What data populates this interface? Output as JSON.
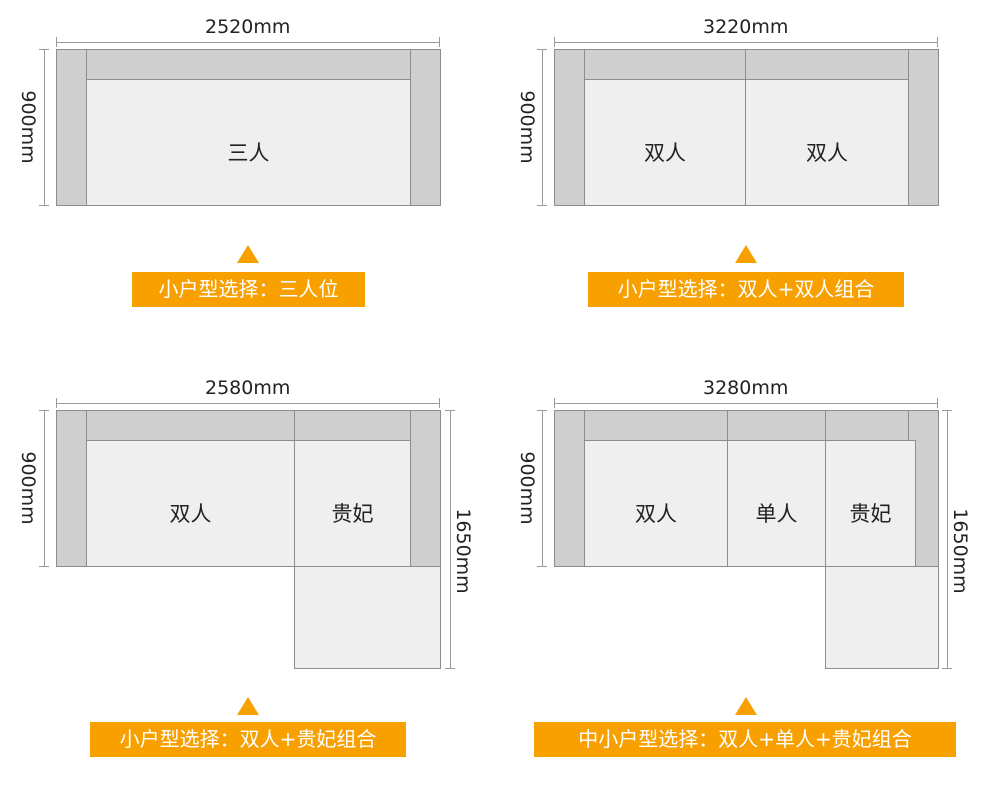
{
  "diagrams": [
    {
      "width_label": "2520mm",
      "depth_label": "900mm",
      "seats": [
        "三人"
      ],
      "caption": "小户型选择：三人位"
    },
    {
      "width_label": "3220mm",
      "depth_label": "900mm",
      "seats": [
        "双人",
        "双人"
      ],
      "caption": "小户型选择：双人+双人组合"
    },
    {
      "width_label": "2580mm",
      "depth_label": "900mm",
      "length_label": "1650mm",
      "seats": [
        "双人",
        "贵妃"
      ],
      "caption": "小户型选择：双人+贵妃组合"
    },
    {
      "width_label": "3280mm",
      "depth_label": "900mm",
      "length_label": "1650mm",
      "seats": [
        "双人",
        "单人",
        "贵妃"
      ],
      "caption": "中小户型选择：双人+单人+贵妃组合"
    }
  ]
}
